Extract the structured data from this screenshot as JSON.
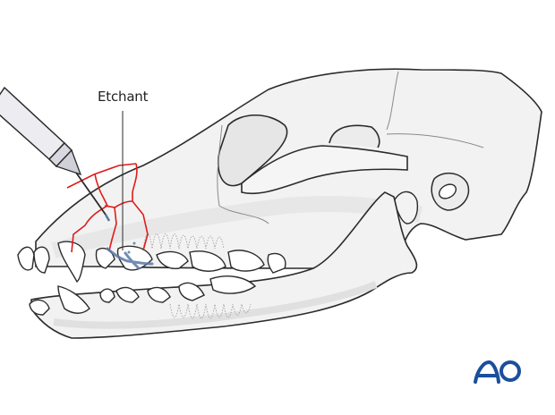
{
  "figure": {
    "subject": "Dog skull, lateral view, with maxillary fracture lines and syringe applying etchant to teeth",
    "labels": {
      "etchant": "Etchant"
    },
    "logo": {
      "text": "AO",
      "color": "#1a4f9c"
    },
    "colors": {
      "bone_fill": "#f2f2f2",
      "bone_shadow": "#e2e2e2",
      "outline": "#2b2b2b",
      "suture": "#8a8a8a",
      "fracture": "#e01b1b",
      "etchant": "#5a78a8",
      "syringe": "#dcdce4"
    }
  }
}
